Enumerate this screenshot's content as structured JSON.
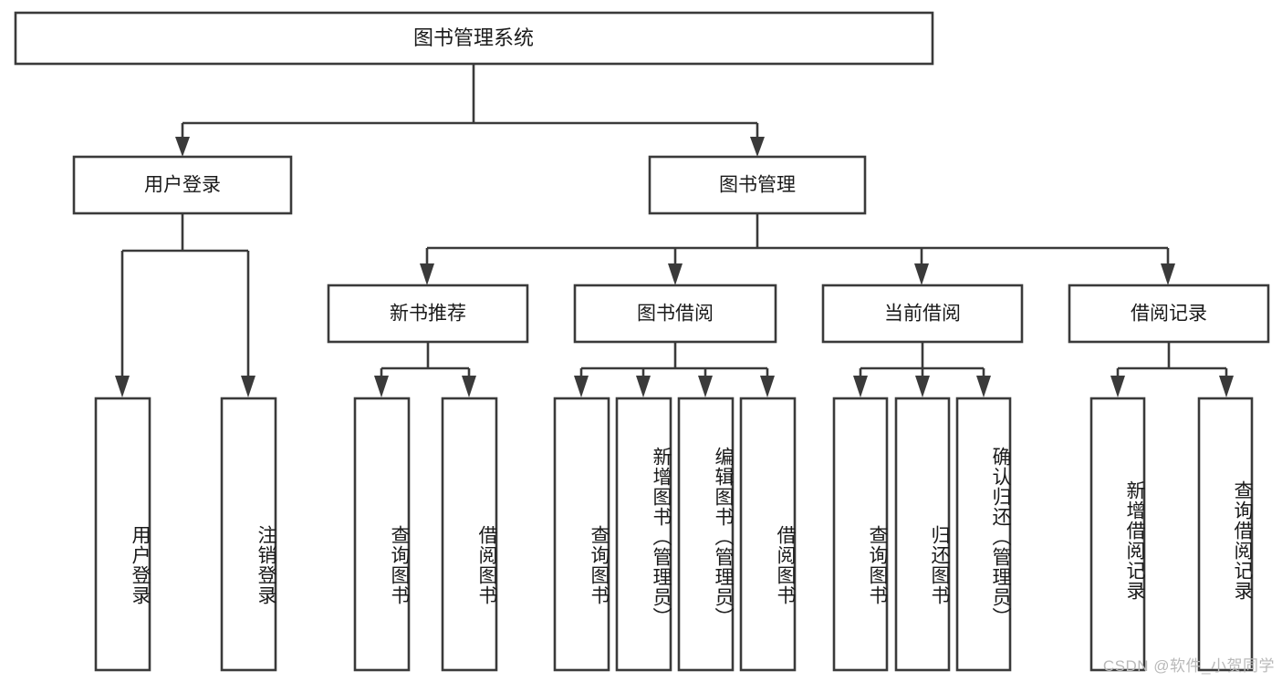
{
  "diagram": {
    "type": "tree",
    "title": "图书管理系统",
    "root": {
      "label": "图书管理系统",
      "level": 0
    },
    "level1": [
      {
        "label": "用户登录"
      },
      {
        "label": "图书管理"
      }
    ],
    "level2": [
      {
        "label": "新书推荐",
        "parent": "图书管理"
      },
      {
        "label": "图书借阅",
        "parent": "图书管理"
      },
      {
        "label": "当前借阅",
        "parent": "图书管理"
      },
      {
        "label": "借阅记录",
        "parent": "图书管理"
      }
    ],
    "leaves": {
      "user_login": [
        {
          "label": "用户登录"
        },
        {
          "label": "注销登录"
        }
      ],
      "new_book_recommend": [
        {
          "label": "查询图书"
        },
        {
          "label": "借阅图书"
        }
      ],
      "book_borrow": [
        {
          "label": "查询图书"
        },
        {
          "label": "新增图书（管理员）"
        },
        {
          "label": "编辑图书（管理员）"
        },
        {
          "label": "借阅图书"
        }
      ],
      "current_borrow": [
        {
          "label": "查询图书"
        },
        {
          "label": "归还图书"
        },
        {
          "label": "确认归还（管理员）"
        }
      ],
      "borrow_record": [
        {
          "label": "新增借阅记录"
        },
        {
          "label": "查询借阅记录"
        }
      ]
    }
  },
  "watermark": {
    "text": "CSDN @软件_小贺同学"
  },
  "colors": {
    "stroke": "#3a3a3a",
    "fill": "#ffffff",
    "text": "#1a1a1a",
    "watermark": "#b9b9b9"
  }
}
